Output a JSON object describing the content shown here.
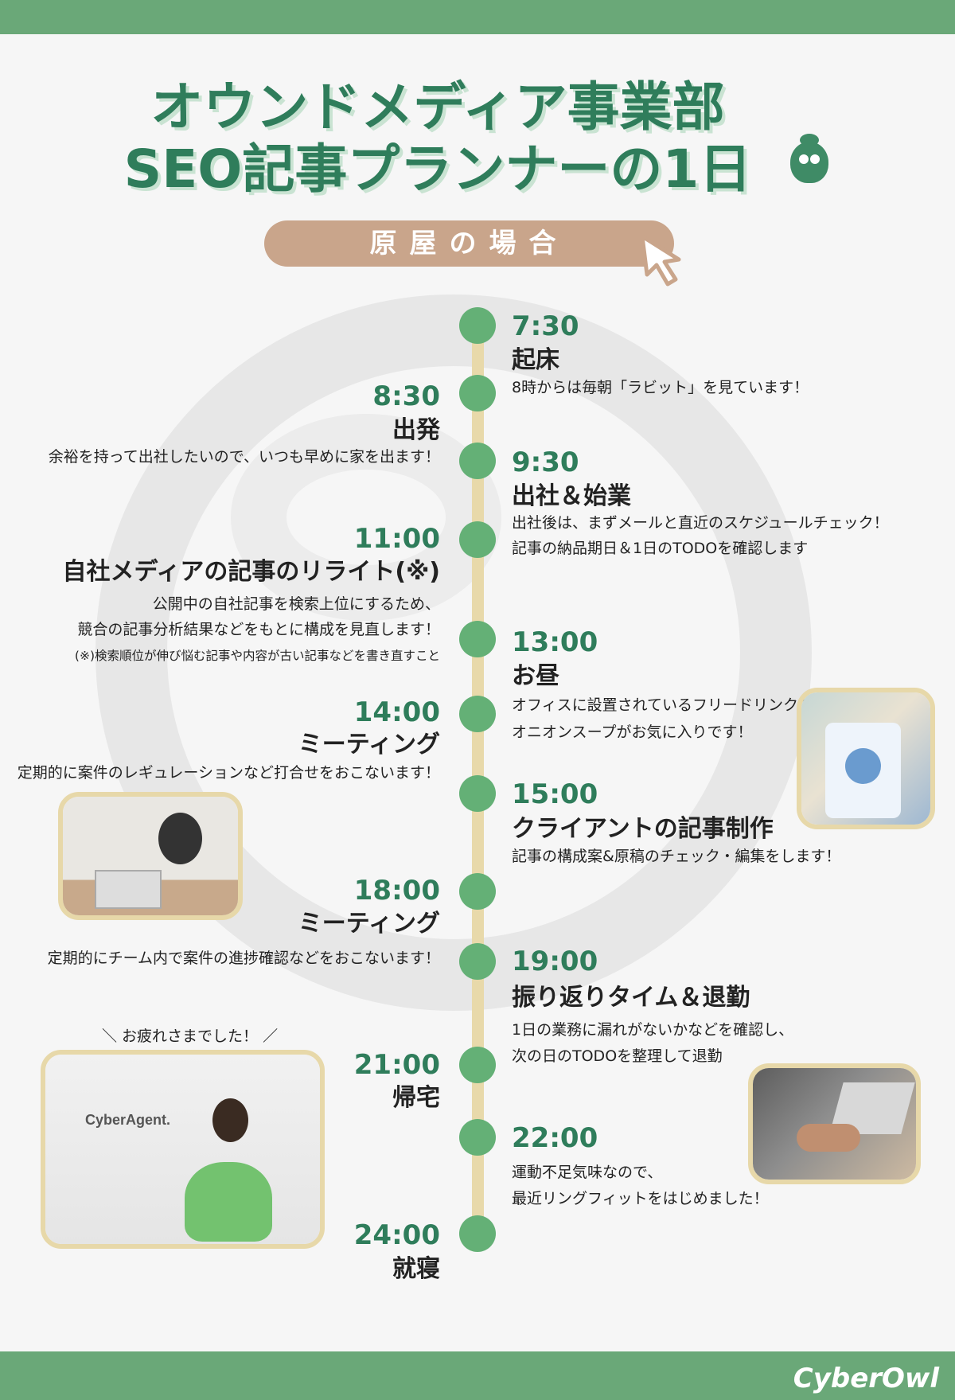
{
  "title": {
    "line1": "オウンドメディア事業部",
    "line2": "SEO記事プランナーの1日"
  },
  "subtitle": "原屋の場合",
  "timeline": [
    {
      "time": "7:30",
      "heading": "起床",
      "desc": [
        "8時からは毎朝「ラビット」を見ています！"
      ]
    },
    {
      "time": "8:30",
      "heading": "出発",
      "desc": [
        "余裕を持って出社したいので、いつも早めに家を出ます！"
      ]
    },
    {
      "time": "9:30",
      "heading": "出社＆始業",
      "desc": [
        "出社後は、まずメールと直近のスケジュールチェック！",
        "記事の納品期日＆1日のTODOを確認します"
      ]
    },
    {
      "time": "11:00",
      "heading": "自社メディアの記事のリライト(※)",
      "desc": [
        "公開中の自社記事を検索上位にするため、",
        "競合の記事分析結果などをもとに構成を見直します！",
        "(※)検索順位が伸び悩む記事や内容が古い記事などを書き直すこと"
      ]
    },
    {
      "time": "13:00",
      "heading": "お昼",
      "desc": [
        "オフィスに設置されているフリードリンクの",
        "オニオンスープがお気に入りです！"
      ]
    },
    {
      "time": "14:00",
      "heading": "ミーティング",
      "desc": [
        "定期的に案件のレギュレーションなど打合せをおこないます！"
      ]
    },
    {
      "time": "15:00",
      "heading": "クライアントの記事制作",
      "desc": [
        "記事の構成案&原稿のチェック・編集をします！"
      ]
    },
    {
      "time": "18:00",
      "heading": "ミーティング",
      "desc": [
        "定期的にチーム内で案件の進捗確認などをおこないます！"
      ]
    },
    {
      "time": "19:00",
      "heading": "振り返りタイム＆退勤",
      "desc": [
        "1日の業務に漏れがないかなどを確認し、",
        "次の日のTODOを整理して退勤"
      ]
    },
    {
      "time": "21:00",
      "heading": "帰宅",
      "desc": []
    },
    {
      "time": "22:00",
      "heading": "",
      "desc": [
        "運動不足気味なので、",
        "最近リングフィットをはじめました！"
      ]
    },
    {
      "time": "24:00",
      "heading": "就寝",
      "desc": []
    }
  ],
  "message": "＼ お疲れさまでした！ ／",
  "photo_logo": "CyberAgent.",
  "footer_brand": "CyberOwl",
  "colors": {
    "green": "#6aa878",
    "dark_green": "#2f7d5b",
    "tan": "#c9a58b",
    "timeline": "#e8d9aa"
  }
}
